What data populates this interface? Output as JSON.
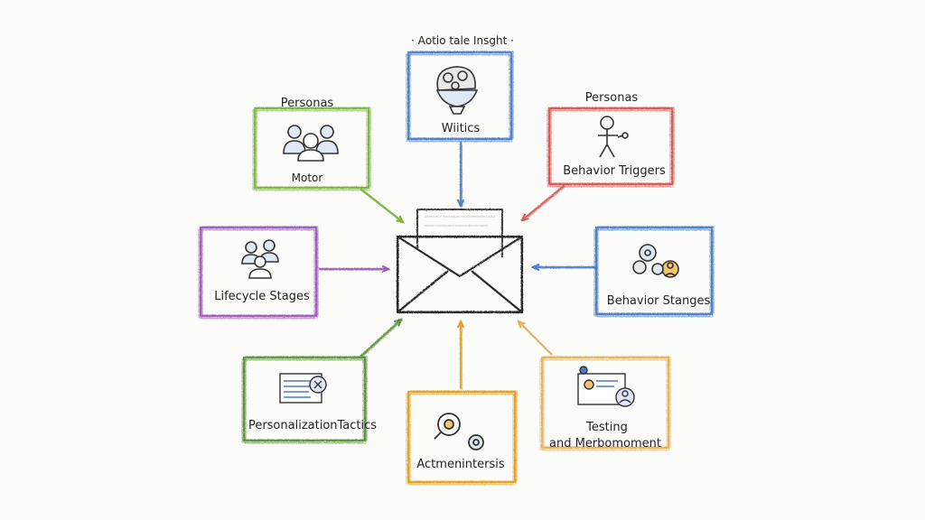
{
  "diagram": {
    "top_caption": "· Aᴏtio tale Insght ·",
    "center": {
      "name": "email-envelope"
    },
    "nodes": [
      {
        "id": "top",
        "title": "",
        "caption": "Wiitics",
        "color": "#4a7cc4",
        "icon": "brain-bowl-icon"
      },
      {
        "id": "top-left",
        "title": "Personas",
        "caption": "Motor",
        "color": "#7cb342",
        "icon": "group-people-icon"
      },
      {
        "id": "top-right",
        "title": "Personas",
        "caption": "Behavior Triggers",
        "color": "#d9534f",
        "icon": "person-trigger-icon"
      },
      {
        "id": "left",
        "title": "",
        "caption": "Lifecycle Stages",
        "color": "#9b59b6",
        "icon": "people-cluster-icon"
      },
      {
        "id": "right",
        "title": "",
        "caption": "Behavior Stanges",
        "color": "#4a7cc4",
        "icon": "gears-person-icon"
      },
      {
        "id": "bottom-left",
        "title": "",
        "caption": "PersonalizationTactics",
        "color": "#5b8c3a",
        "icon": "list-window-icon"
      },
      {
        "id": "bottom",
        "title": "",
        "caption": "Actmenintersis",
        "color": "#e0a020",
        "icon": "magnifier-gear-icon"
      },
      {
        "id": "bottom-right",
        "title": "",
        "caption_lines": [
          "Testing",
          "and Merbomoment"
        ],
        "color": "#e3b25c",
        "icon": "screen-person-icon"
      }
    ]
  }
}
